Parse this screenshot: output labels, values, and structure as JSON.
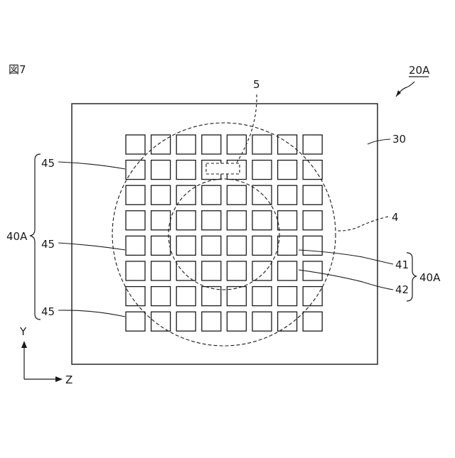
{
  "figure": {
    "number": "図7",
    "ref_device": "20A",
    "ref_substrate": "30",
    "ref_region": "4",
    "ref_spot": "5",
    "ref_array": "40A",
    "ref_array_right": "40A",
    "ref_element": "45",
    "ref_41": "41",
    "ref_42": "42",
    "axis_y": "Y",
    "axis_z": "Z"
  },
  "grid": {
    "rows": 8,
    "cols": 8
  },
  "colors": {
    "line": "#1a1a1a",
    "background": "#ffffff"
  }
}
